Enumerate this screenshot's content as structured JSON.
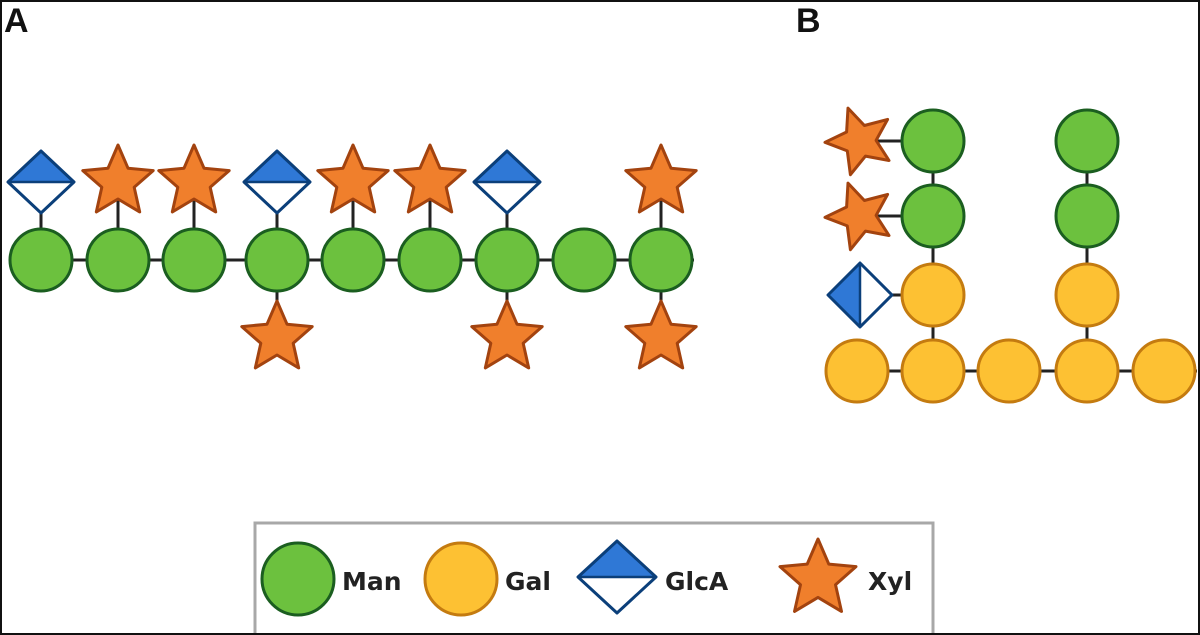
{
  "panels": {
    "a_label": "A",
    "b_label": "B"
  },
  "legend": {
    "items": [
      {
        "key": "man",
        "label": "Man",
        "shape": "circle",
        "fill": "#6cc13e",
        "stroke": "#1b5e20"
      },
      {
        "key": "gal",
        "label": "Gal",
        "shape": "circle",
        "fill": "#fdc133",
        "stroke": "#c47b10"
      },
      {
        "key": "glca",
        "label": "GlcA",
        "shape": "half-filled diamond",
        "fill": "#2f78d6",
        "stroke": "#0b3f7a"
      },
      {
        "key": "xyl",
        "label": "Xyl",
        "shape": "star",
        "fill": "#f07f2c",
        "stroke": "#a3430f"
      }
    ]
  },
  "colors": {
    "man_fill": "#6cc13e",
    "man_stroke": "#1b5e20",
    "gal_fill": "#fdc133",
    "gal_stroke": "#c47b10",
    "glca_fill": "#2f78d6",
    "glca_stroke": "#0b3f7a",
    "xyl_fill": "#f07f2c",
    "xyl_stroke": "#a3430f",
    "bond": "#222222",
    "legend_border": "#a8a8a8"
  }
}
